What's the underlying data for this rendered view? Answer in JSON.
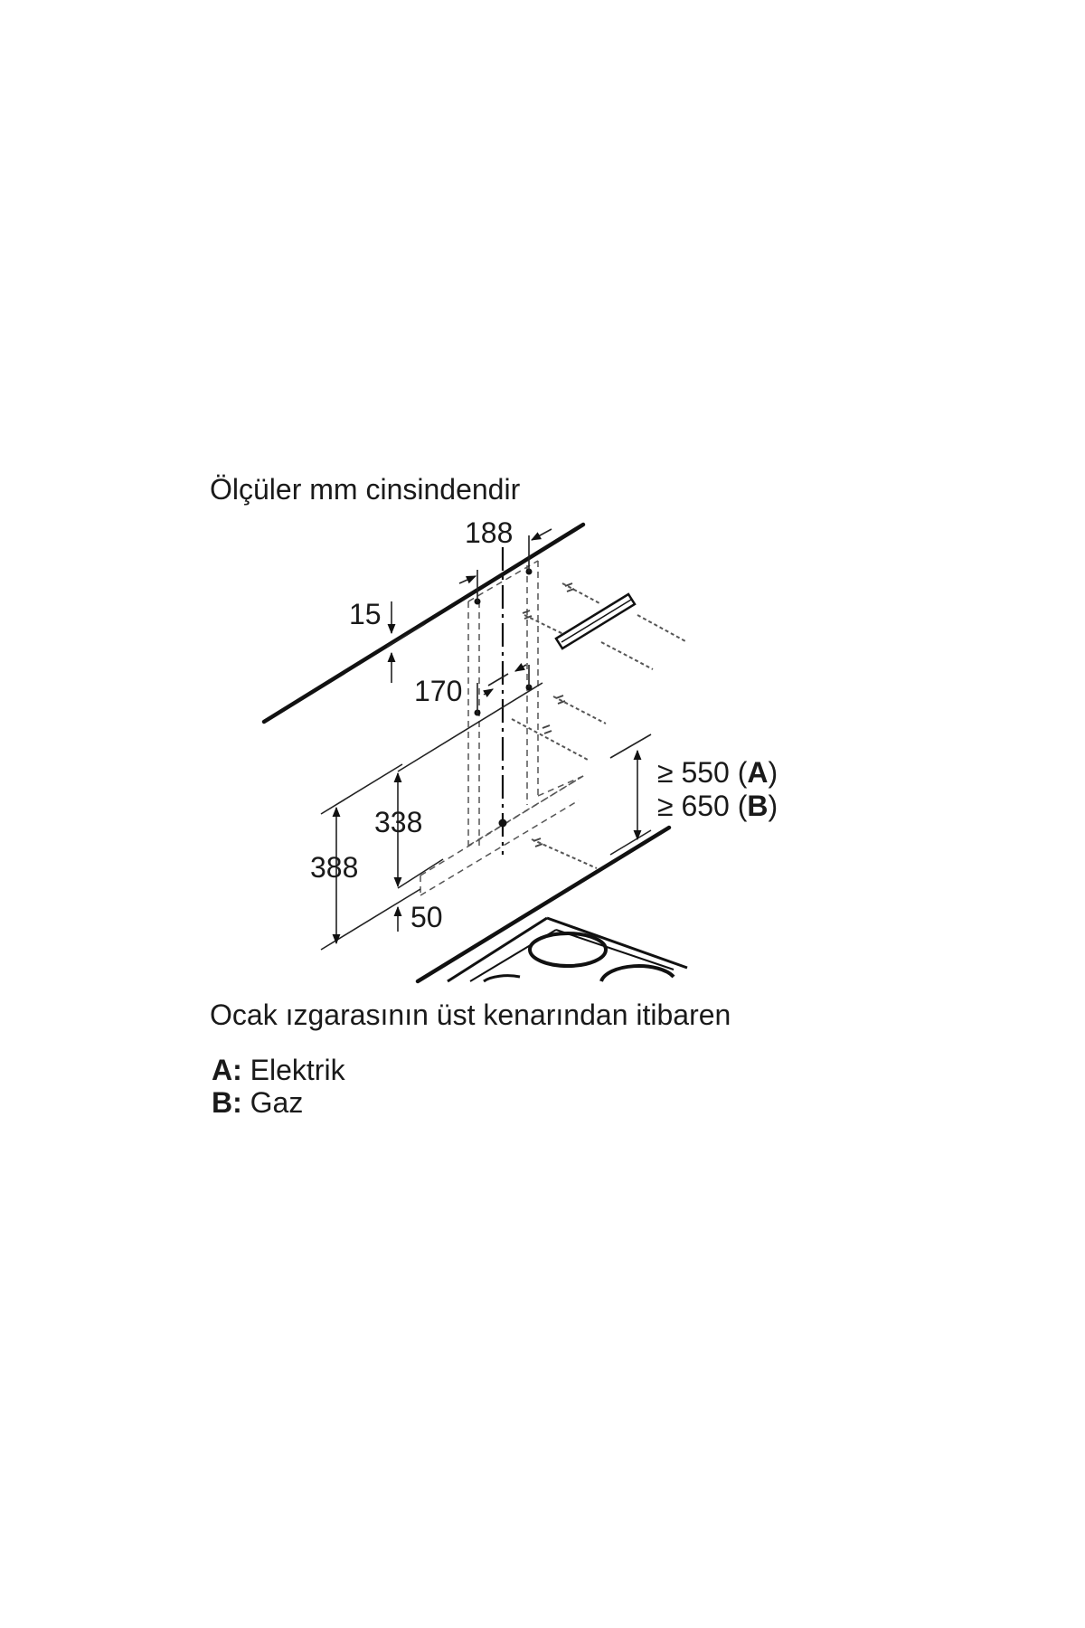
{
  "heading": "Ölçüler mm cinsindendir",
  "dimensions": {
    "top_width": "188",
    "ceiling_offset": "15",
    "inner_width": "170",
    "height_338": "338",
    "height_388": "388",
    "bottom_offset": "50",
    "min_a": "≥ 550 (",
    "min_a_letter": "A",
    "min_b": "≥ 650 (",
    "min_b_letter": "B",
    "close_paren": ")"
  },
  "footnote": "Ocak ızgarasının üst kenarından itibaren",
  "legend": [
    {
      "key": "A:",
      "value": "Elektrik"
    },
    {
      "key": "B:",
      "value": "Gaz"
    }
  ]
}
